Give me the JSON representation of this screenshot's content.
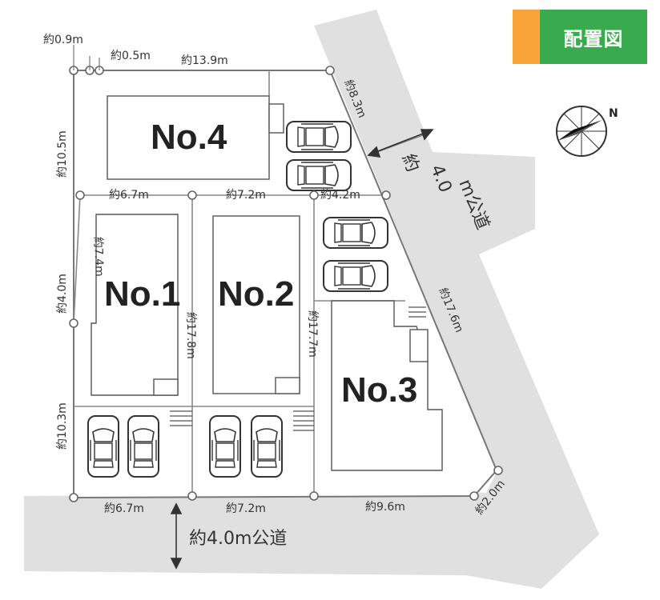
{
  "title": "配置図",
  "colors": {
    "road": "#e0e0e0",
    "line": "#777777",
    "title_bg": "#3aaa4f",
    "title_accent": "#f7a338"
  },
  "compass": {
    "label": "N"
  },
  "lots": [
    {
      "id": "no4",
      "label": "No.4"
    },
    {
      "id": "no1",
      "label": "No.1"
    },
    {
      "id": "no2",
      "label": "No.2"
    },
    {
      "id": "no3",
      "label": "No.3"
    }
  ],
  "dimensions": {
    "top_09": "約0.9m",
    "top_05": "約0.5m",
    "top_139": "約13.9m",
    "right_83": "約8.3m",
    "left_105": "約10.5m",
    "mid_67": "約6.7m",
    "mid_72": "約7.2m",
    "mid_42": "約4.2m",
    "left_40": "約4.0m",
    "diag_74": "約7.4m",
    "v_178a": "約17.8m",
    "v_177": "約17.7m",
    "right_176": "約17.6m",
    "left_103": "約10.3m",
    "bottom_67": "約6.7m",
    "bottom_72": "約7.2m",
    "bottom_96": "約9.6m",
    "corner_20": "約2.0m"
  },
  "roads": {
    "bottom": "約4.0m公道",
    "right_line1": "約",
    "right_line2": "4.0",
    "right_line3": "m公道"
  }
}
